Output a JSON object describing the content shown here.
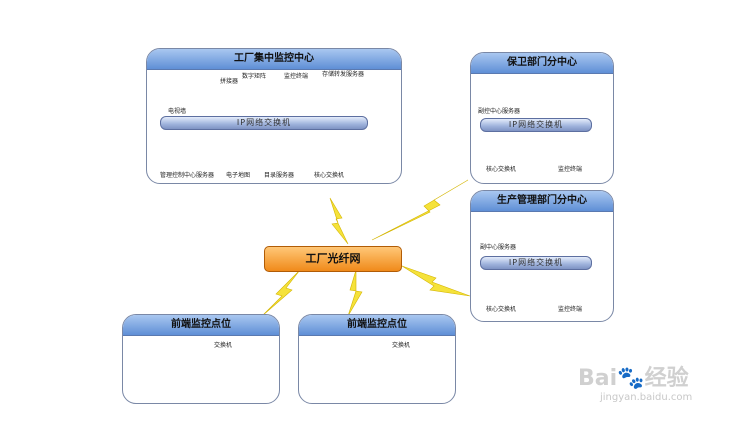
{
  "hub": {
    "label": "工厂光纤网"
  },
  "main_center": {
    "title": "工厂集中监控中心",
    "bus_label": "IP网络交换机",
    "labels": {
      "splicer": "拼接器",
      "matrix": "数字矩阵",
      "monitor_terminal": "监控终端",
      "storage": "存储转发服务器",
      "tv_wall": "电视墙",
      "mgmt_server": "管理控制中心服务器",
      "emap": "电子地图",
      "dir_server": "目录服务器",
      "core_switch": "核心交换机"
    }
  },
  "security_center": {
    "title": "保卫部门分中心",
    "bus_label": "IP网络交换机",
    "labels": {
      "server": "副控中心服务器",
      "core_switch": "核心交换机",
      "terminal": "监控终端"
    }
  },
  "production_center": {
    "title": "生产管理部门分中心",
    "bus_label": "IP网络交换机",
    "labels": {
      "server": "副中心服务器",
      "core_switch": "核心交换机",
      "terminal": "监控终端"
    }
  },
  "front_left": {
    "title": "前端监控点位",
    "switch_label": "交换机"
  },
  "front_right": {
    "title": "前端监控点位",
    "switch_label": "交换机"
  },
  "watermark": {
    "logo": "Bai",
    "logo_tail": "经验",
    "url": "jingyan.baidu.com"
  }
}
